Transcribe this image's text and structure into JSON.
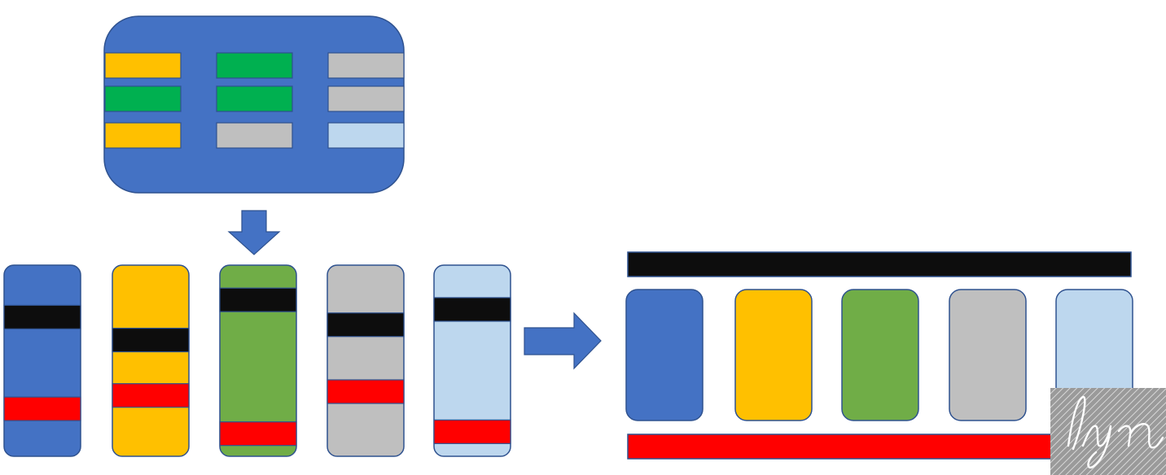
{
  "colors": {
    "blue": "#4472C4",
    "blue_stroke": "#2F528F",
    "orange": "#FFC000",
    "green": "#00B050",
    "olive_green": "#70AD47",
    "gray": "#BFBFBF",
    "light_blue": "#BDD7EE",
    "black": "#0D0D0D",
    "red": "#FF0000",
    "background": "#FFFFFF"
  },
  "source_grid": {
    "rows": [
      [
        "orange",
        "green",
        "gray"
      ],
      [
        "green",
        "green",
        "gray"
      ],
      [
        "orange",
        "gray",
        "light_blue"
      ]
    ]
  },
  "columns": [
    {
      "color": "blue",
      "black_band_fraction": 0.21,
      "red_band_fraction": 0.69
    },
    {
      "color": "orange",
      "black_band_fraction": 0.33,
      "red_band_fraction": 0.62
    },
    {
      "color": "olive_green",
      "black_band_fraction": 0.12,
      "red_band_fraction": 0.82
    },
    {
      "color": "gray",
      "black_band_fraction": 0.25,
      "red_band_fraction": 0.6
    },
    {
      "color": "light_blue",
      "black_band_fraction": 0.17,
      "red_band_fraction": 0.81
    }
  ],
  "result": {
    "top_band_color": "black",
    "bottom_band_color": "red",
    "boxes": [
      "blue",
      "orange",
      "olive_green",
      "gray",
      "light_blue"
    ]
  },
  "watermark": {
    "text": "lyn",
    "icon": "signature-watermark-icon"
  }
}
